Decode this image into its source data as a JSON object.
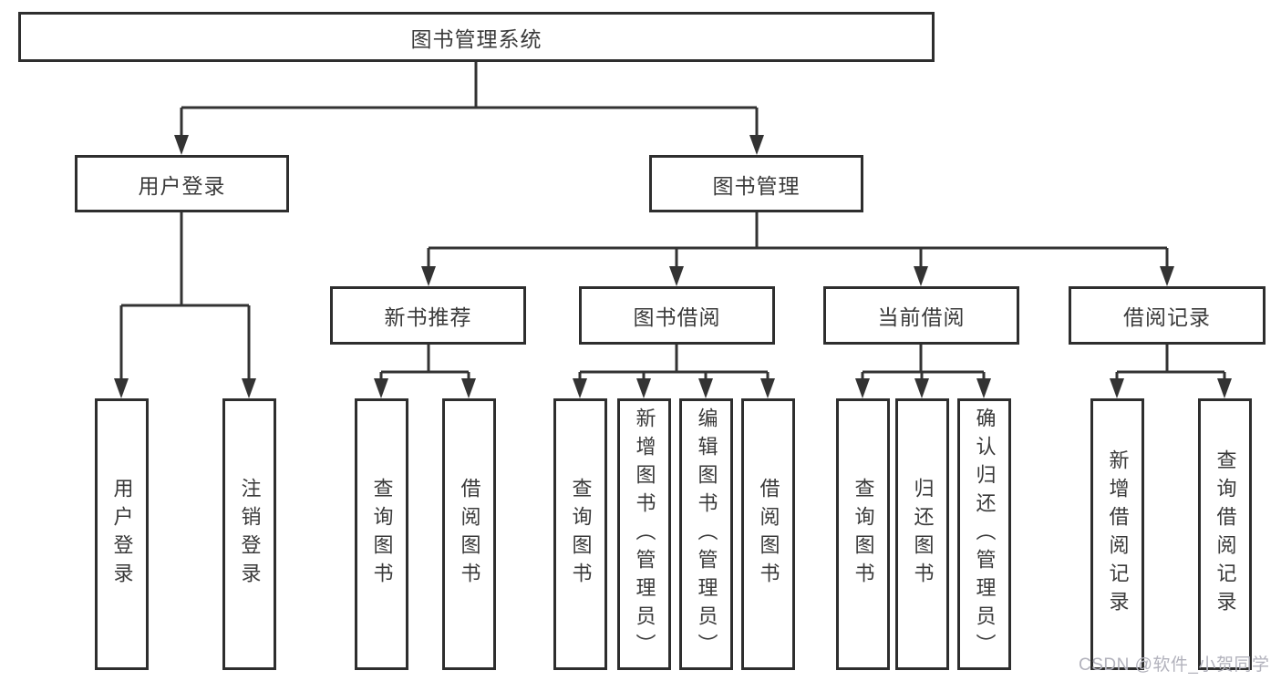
{
  "diagram": {
    "root": {
      "label": "图书管理系统"
    },
    "level2": [
      {
        "label": "用户登录"
      },
      {
        "label": "图书管理"
      }
    ],
    "level3": [
      {
        "label": "新书推荐"
      },
      {
        "label": "图书借阅"
      },
      {
        "label": "当前借阅"
      },
      {
        "label": "借阅记录"
      }
    ],
    "leaves": [
      {
        "label": "用户登录"
      },
      {
        "label": "注销登录"
      },
      {
        "label": "查询图书"
      },
      {
        "label": "借阅图书"
      },
      {
        "label": "查询图书"
      },
      {
        "label": "新增图书（管理员）"
      },
      {
        "label": "编辑图书（管理员）"
      },
      {
        "label": "借阅图书"
      },
      {
        "label": "查询图书"
      },
      {
        "label": "归还图书"
      },
      {
        "label": "确认归还（管理员）"
      },
      {
        "label": "新增借阅记录"
      },
      {
        "label": "查询借阅记录"
      }
    ],
    "colors": {
      "line": "#333333",
      "border": "#2e2e2e",
      "text": "#3a3a3a",
      "watermark": "#b2b2bc",
      "background": "#ffffff"
    }
  },
  "watermark": {
    "text": "CSDN @软件_小贺同学"
  }
}
